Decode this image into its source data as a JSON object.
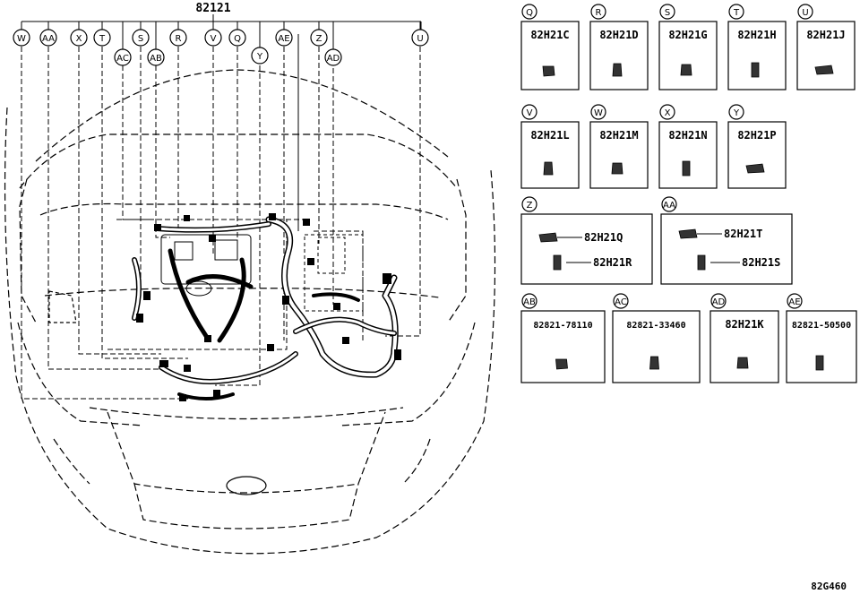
{
  "main_part": "82121",
  "callouts": [
    {
      "letter": "W"
    },
    {
      "letter": "AA"
    },
    {
      "letter": "X"
    },
    {
      "letter": "T"
    },
    {
      "letter": "S"
    },
    {
      "letter": "AB"
    },
    {
      "letter": "R"
    },
    {
      "letter": "V"
    },
    {
      "letter": "Q"
    },
    {
      "letter": "AE"
    },
    {
      "letter": "Z"
    },
    {
      "letter": "U"
    },
    {
      "letter": "AC"
    },
    {
      "letter": "Y"
    },
    {
      "letter": "AD"
    }
  ],
  "parts_row1": [
    {
      "letter": "Q",
      "part": "82H21C"
    },
    {
      "letter": "R",
      "part": "82H21D"
    },
    {
      "letter": "S",
      "part": "82H21G"
    },
    {
      "letter": "T",
      "part": "82H21H"
    },
    {
      "letter": "U",
      "part": "82H21J"
    }
  ],
  "parts_row2": [
    {
      "letter": "V",
      "part": "82H21L"
    },
    {
      "letter": "W",
      "part": "82H21M"
    },
    {
      "letter": "X",
      "part": "82H21N"
    },
    {
      "letter": "Y",
      "part": "82H21P"
    }
  ],
  "parts_row3": [
    {
      "letter": "Z",
      "parts": [
        "82H21Q",
        "82H21R"
      ]
    },
    {
      "letter": "AA",
      "parts": [
        "82H21T",
        "82H21S"
      ]
    }
  ],
  "parts_row4": [
    {
      "letter": "AB",
      "part": "82821-78110"
    },
    {
      "letter": "AC",
      "part": "82821-33460"
    },
    {
      "letter": "AD",
      "part": "82H21K"
    },
    {
      "letter": "AE",
      "part": "82821-50500"
    }
  ],
  "diagram_code": "82G460"
}
